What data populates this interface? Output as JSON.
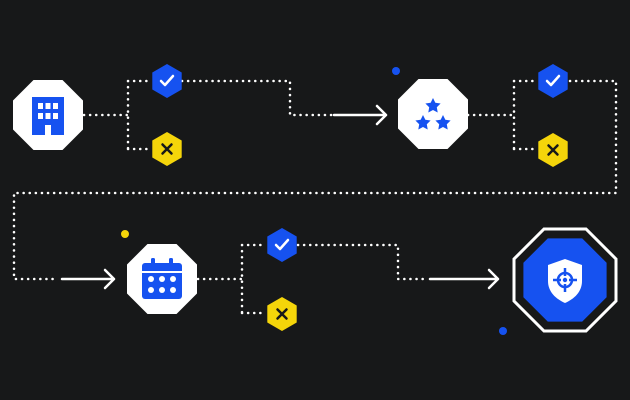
{
  "diagram": {
    "background": "#171819",
    "colors": {
      "blue": "#1652f0",
      "yellow": "#f5d50a",
      "white": "#ffffff",
      "line": "#ffffff"
    },
    "nodes": [
      {
        "id": "building",
        "icon": "building-icon"
      },
      {
        "id": "rating",
        "icon": "three-stars-icon"
      },
      {
        "id": "calendar",
        "icon": "calendar-icon"
      },
      {
        "id": "security",
        "icon": "shield-target-icon"
      }
    ],
    "badges": [
      {
        "kind": "approved",
        "icon": "check-icon"
      },
      {
        "kind": "rejected",
        "icon": "cross-icon"
      }
    ]
  }
}
